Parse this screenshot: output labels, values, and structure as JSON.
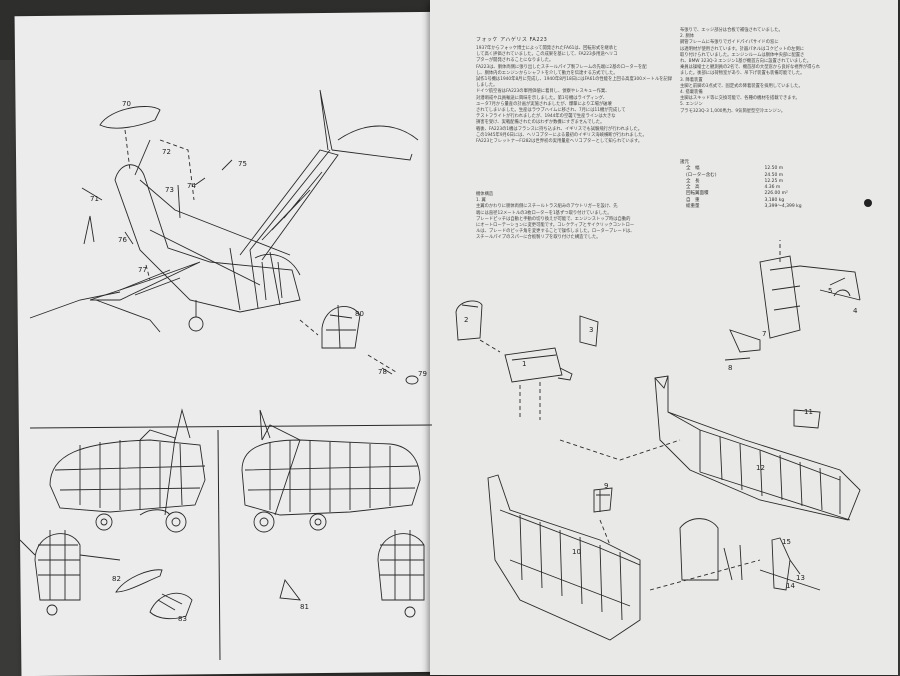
{
  "header": {
    "title": "フォッケ アハゲリス FA223"
  },
  "intro_paragraphs": [
    "1937年からフォッケ博士によって開発されたFA61は、回転形式を継承と",
    "して高く評価されていました。この成果を基にして、FA223多用途ヘリコ",
    "プターが開発されることになりました。",
    "FA223は、胴体両側に張り出したスチールパイプ製フレームの先端に2基のローターを配",
    "し、胴体内のエンジンからシャフトを介して動力を伝達する方式でした。",
    "試作1号機は1940年8月に完成し、1940年8月18日にはFA61の性能を上回る高度300メートルを記録しました。",
    "ドイツ航空省はFA223の軍用価値に着目し、偵察やレスキュー作業、",
    "対潜哨戒や兵員輸送に興味を示しました。第1号機はライディング、",
    "ユータ7月から量産の計画が実施されましたが、爆撃により工場が破壊",
    "されてしまいました。生産はラウプハイムに移され、7月には11機が完成して",
    "テストフライトが行われましたが、1944年の空襲で生産ラインは大きな",
    "損害を受け、実戦配備されたのはわずか数機にすぎませんでした。",
    "戦後、FA223の1機はフランスに持ち込まれ、イギリスでも試験飛行が行われました。",
    "この1945年9月6日には、ヘリコプターによる最初のイギリス海峡横断が行われました。",
    "FA223とフレットナーFl282は世界初の実用量産ヘリコプターとして知られています。"
  ],
  "section_title": "機体構造",
  "section_sub": "1. 翼",
  "body_paragraphs": [
    "主翼のかわりに胴体両側にスチールトラス組みのアウトリガーを設け、先",
    "端には直径12メートルの3枚ローターを1基ずつ取り付けていました。",
    "ブレードピッチは自動と手動の切り換えが可能で、エンジンストップ時は自動的",
    "にオートローテーションに変更可能です。コレクティブとサイクリックコントロー",
    "ルは、ブレードのピッチ角を変更することで操作しました。ローターブレードは、",
    "スチールパイプのスパーに合板製リブを取り付けた構造でした。"
  ],
  "right_top_paragraphs": [
    "布張りで、エッジ部分は合板で補強されていました。",
    "2. 胴体",
    "鋼管フレームに布張りでガイドパイパサイドの窓に",
    "は透明材が使用されています。計器パネルはコクピットの左側に",
    "取り付けられていました。エンジンルームは胴体中央部に配置さ",
    "れ、BMW 323Q-3 エンジン1基が機首方向に設置されていました。",
    "乗員は操縦士と観測員の2名で、機首部の大型窓から良好な視界が得られ",
    "ました。後部には荷物室があり、吊下げ装置も装備可能でした。",
    "3. 降着装置",
    "主脚と前脚の3点式で、固定式の降着装置を採用していました。",
    "4. 搭載装備",
    "主脚はスキッド等に交換可能で、各種の機材を搭載できます。",
    "5. エンジン",
    "ブラモ323Q-3 1,000馬力、9気筒星型空冷エンジン。"
  ],
  "specs": {
    "heading": "諸元",
    "rows": [
      {
        "label": "全　幅",
        "value": "12.50 m"
      },
      {
        "label": "(ローター含む)",
        "value": "24.50 m"
      },
      {
        "label": "全　長",
        "value": "12.25 m"
      },
      {
        "label": "全　高",
        "value": "4.36 m"
      },
      {
        "label": "回転翼面積",
        "value": "226.00 m²"
      },
      {
        "label": "自　重",
        "value": "3,180 kg"
      },
      {
        "label": "総重量",
        "value": "3,399～4,399 kg"
      }
    ]
  },
  "callouts": {
    "left": [
      "70",
      "72",
      "71",
      "73",
      "74",
      "75",
      "76",
      "77",
      "78",
      "79",
      "80"
    ],
    "bottom": [
      "82",
      "83",
      "81"
    ],
    "right": [
      "2",
      "1",
      "3",
      "5",
      "4",
      "7",
      "8",
      "9",
      "10",
      "11",
      "12",
      "13",
      "14",
      "15"
    ]
  },
  "colors": {
    "paper": "#ececec",
    "ink": "#2a2a2a",
    "background": "#3a3a38"
  }
}
